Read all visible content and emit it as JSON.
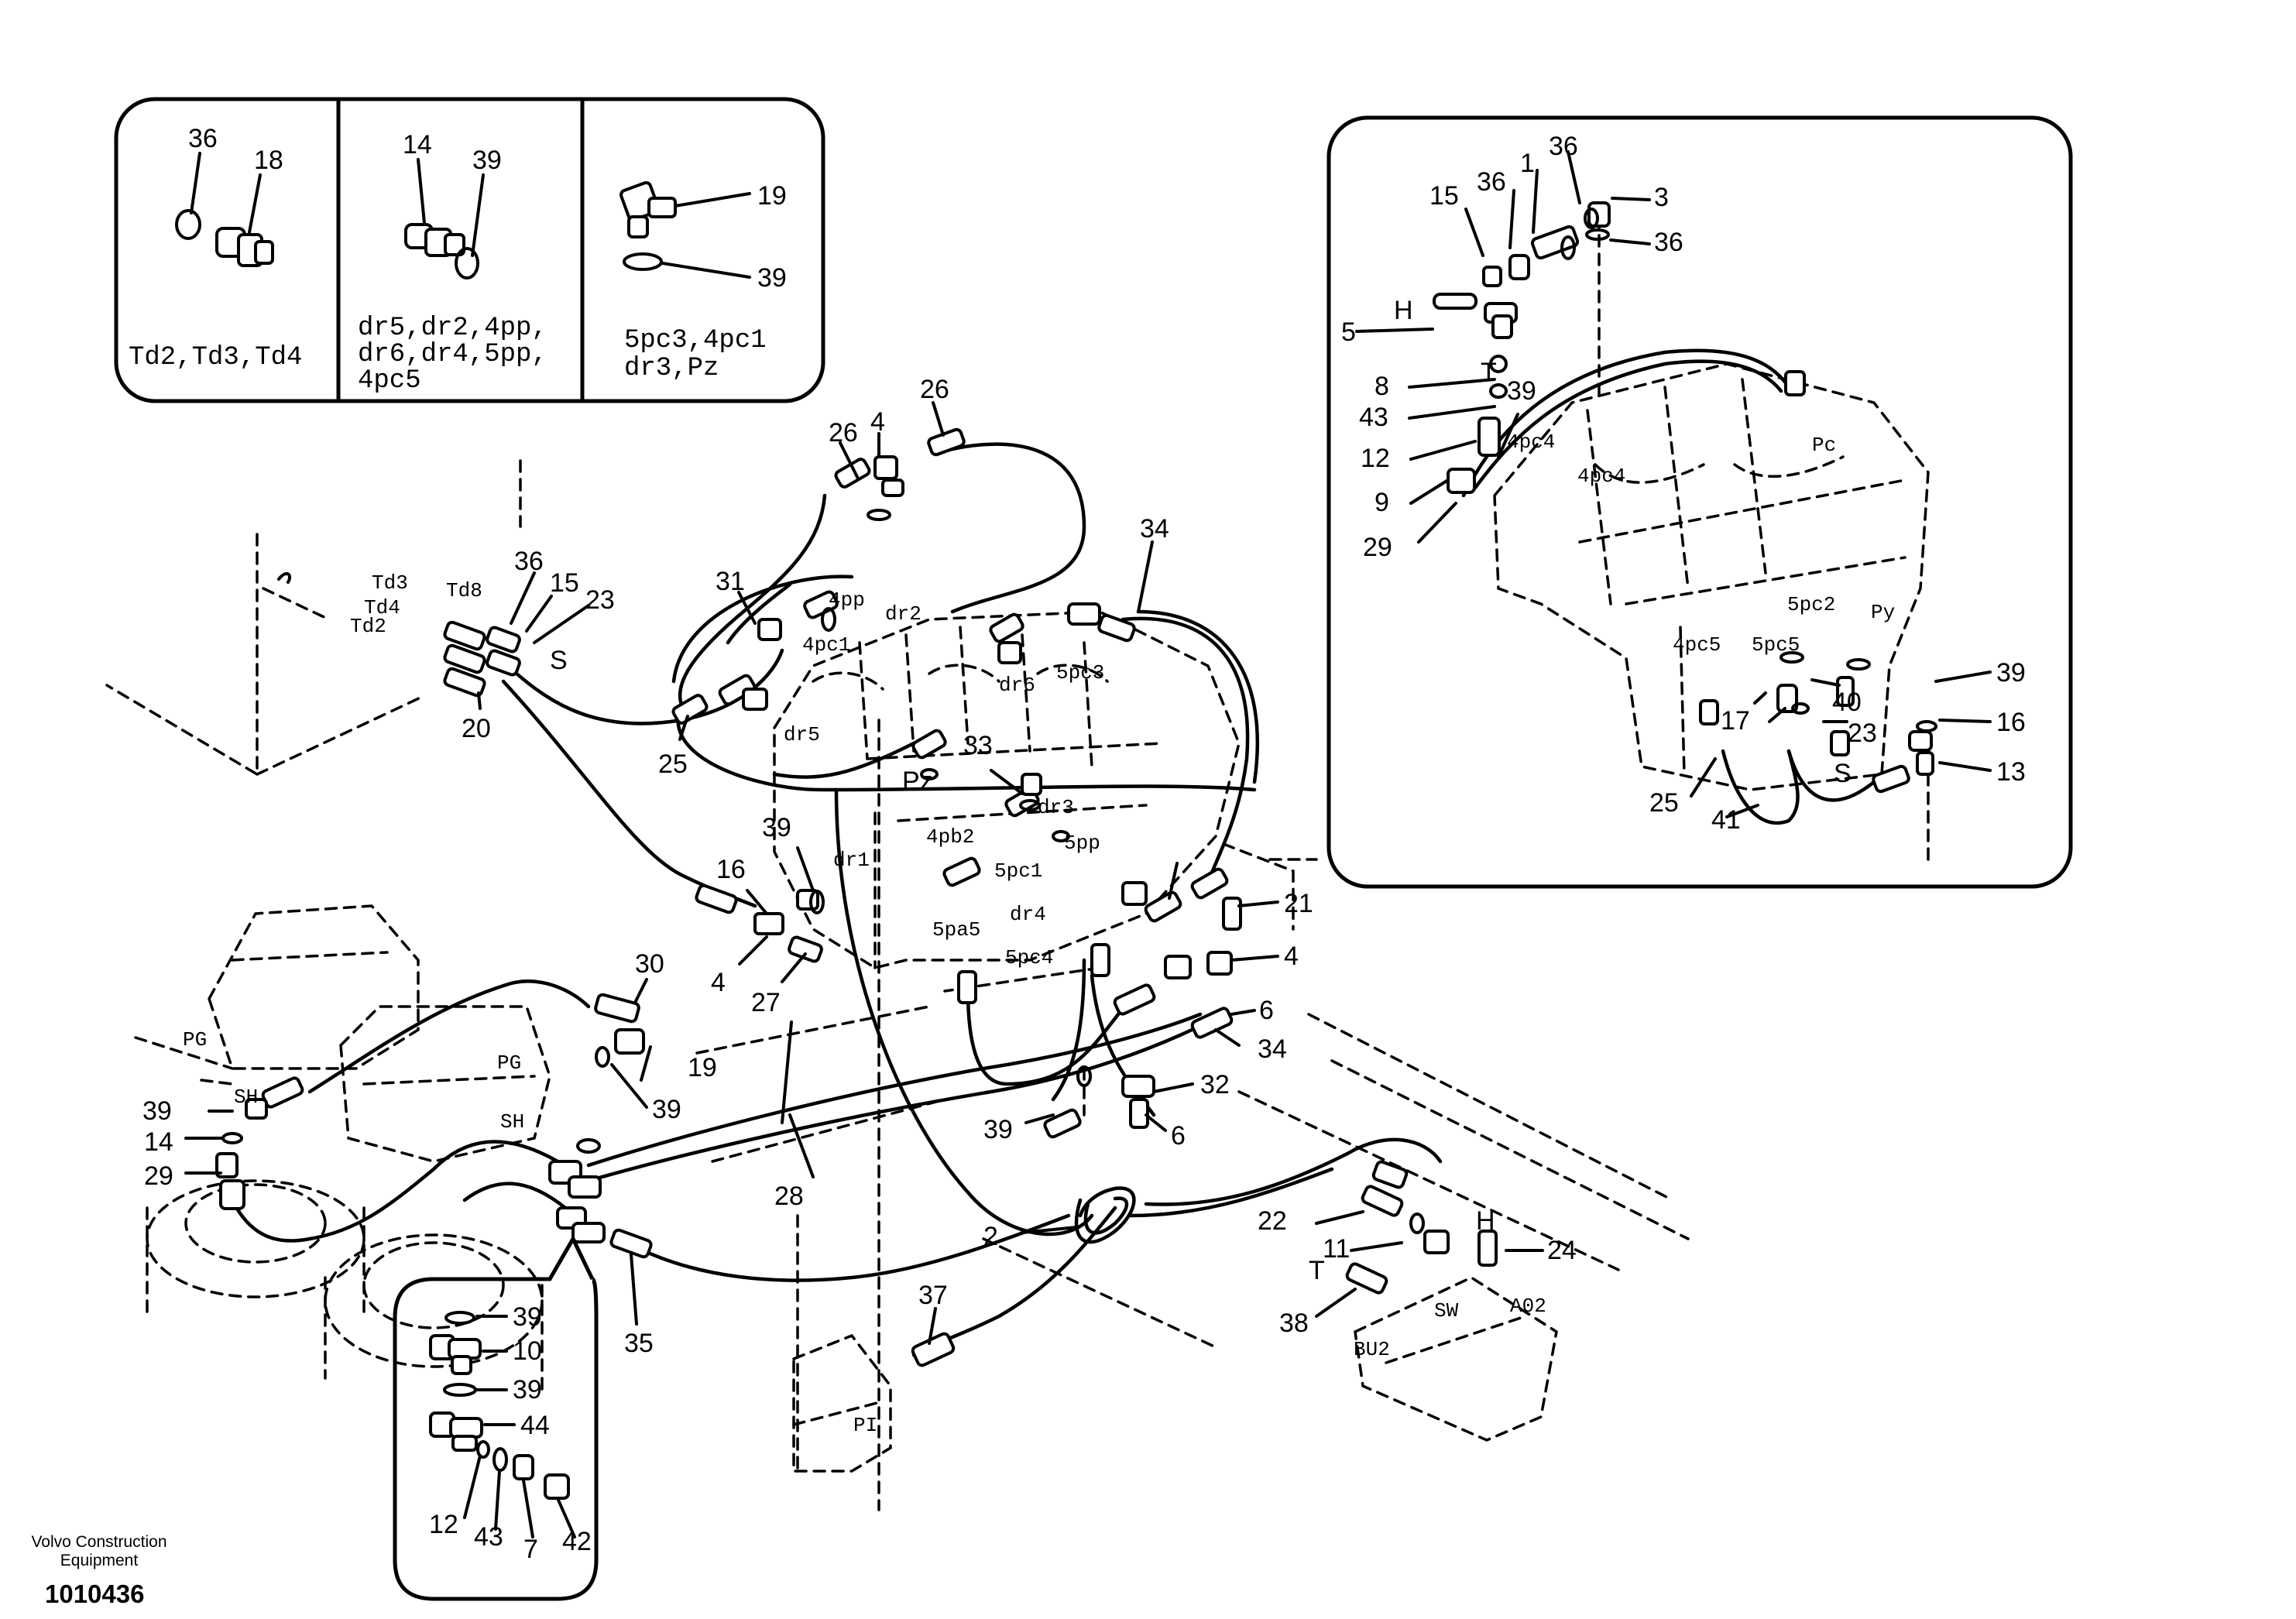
{
  "footer": {
    "brand_line1": "Volvo Construction",
    "brand_line2": "Equipment",
    "drawing_number": "1010436"
  },
  "legend": {
    "panel1": {
      "callouts": [
        "36",
        "18"
      ],
      "caption": "Td2,Td3,Td4"
    },
    "panel2": {
      "callouts": [
        "14",
        "39"
      ],
      "caption_lines": [
        "dr5,dr2,4pp,",
        "dr6,dr4,5pp,",
        "4pc5"
      ]
    },
    "panel3": {
      "callouts": [
        "19",
        "39"
      ],
      "caption_lines": [
        "5pc3,4pc1",
        "dr3,Pz"
      ]
    }
  },
  "inset_top_right": {
    "callouts": [
      "36",
      "15",
      "36",
      "1",
      "3",
      "36",
      "5",
      "8",
      "43",
      "12",
      "9",
      "29",
      "39",
      "39",
      "16",
      "13",
      "40",
      "23",
      "17",
      "25",
      "41"
    ],
    "ports": [
      "4pc4",
      "4pc4",
      "Pc",
      "5pc2",
      "Py",
      "4pc5",
      "5pc5",
      "H",
      "T",
      "S"
    ]
  },
  "inset_bottom_left": {
    "callouts": [
      "39",
      "10",
      "39",
      "44",
      "12",
      "43",
      "7",
      "42"
    ]
  },
  "main": {
    "callouts": [
      "26",
      "26",
      "4",
      "34",
      "31",
      "36",
      "15",
      "23",
      "20",
      "25",
      "33",
      "39",
      "16",
      "4",
      "27",
      "21",
      "4",
      "6",
      "34",
      "32",
      "6",
      "39",
      "30",
      "19",
      "39",
      "39",
      "14",
      "29",
      "28",
      "2",
      "22",
      "11",
      "24",
      "37",
      "35",
      "38"
    ],
    "ports": [
      "Td3",
      "Td8",
      "Td4",
      "Td2",
      "S",
      "4pp",
      "dr2",
      "4pc1",
      "dr6",
      "5pc3",
      "dr5",
      "Pz",
      "dr3",
      "4pb2",
      "5pp",
      "dr1",
      "5pc1",
      "5pa5",
      "dr4",
      "5pc4",
      "PG",
      "SH",
      "PG",
      "SH",
      "T",
      "H",
      "SW",
      "A02",
      "BU2",
      "PI"
    ]
  }
}
